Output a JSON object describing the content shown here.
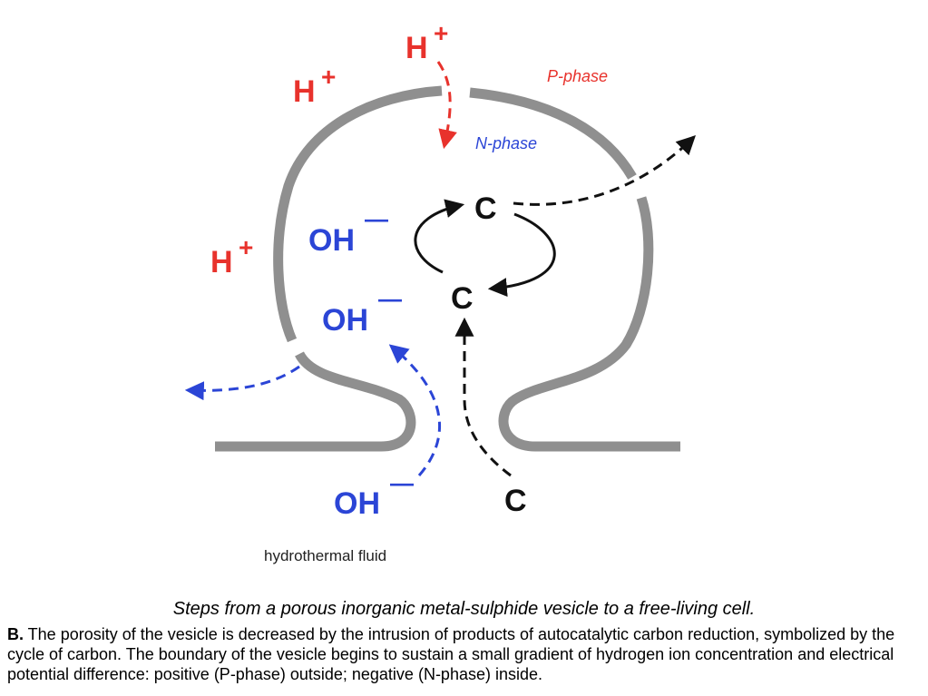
{
  "labels": {
    "h_plus_top": "H",
    "h_plus_left": "H",
    "h_plus_side": "H",
    "plus": "+",
    "p_phase": "P-phase",
    "n_phase": "N-phase",
    "oh_upper": "OH",
    "oh_middle": "OH",
    "oh_bottom": "OH",
    "minus": "—",
    "c_top": "C",
    "c_middle": "C",
    "c_bottom": "C",
    "hydrothermal_fluid": "hydrothermal fluid"
  },
  "caption": {
    "title": "Steps from a porous inorganic metal-sulphide vesicle to a free-living cell.",
    "label": "B.",
    "body": "  The porosity of the vesicle is decreased by the intrusion of products of autocatalytic carbon reduction, symbolized by the cycle of carbon.  The boundary of the vesicle begins to sustain a small gradient of hydrogen ion concentration and electrical potential difference: positive (P-phase) outside; negative (N-phase) inside."
  },
  "colors": {
    "membrane": "#8f8f8f",
    "proton": "#e8322c",
    "hydroxide": "#2b45d6",
    "carbon": "#111111"
  }
}
